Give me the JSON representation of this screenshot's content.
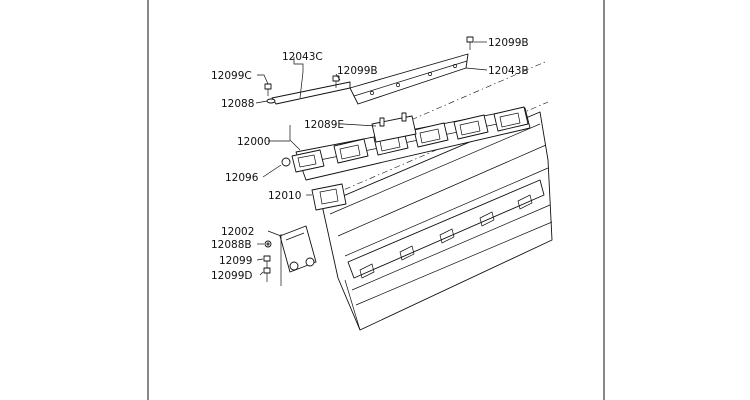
{
  "labels": {
    "l12099B_top": "12099B",
    "l12043C": "12043C",
    "l12099C": "12099C",
    "l12099B_mid": "12099B",
    "l12043B": "12043B",
    "l12088": "12088",
    "l12089E": "12089E",
    "l12000": "12000",
    "l12096": "12096",
    "l12010": "12010",
    "l12002": "12002",
    "l12088B": "12088B",
    "l12099": "12099",
    "l12099D": "12099D"
  },
  "colors": {
    "line": "#111111",
    "background": "#ffffff"
  }
}
